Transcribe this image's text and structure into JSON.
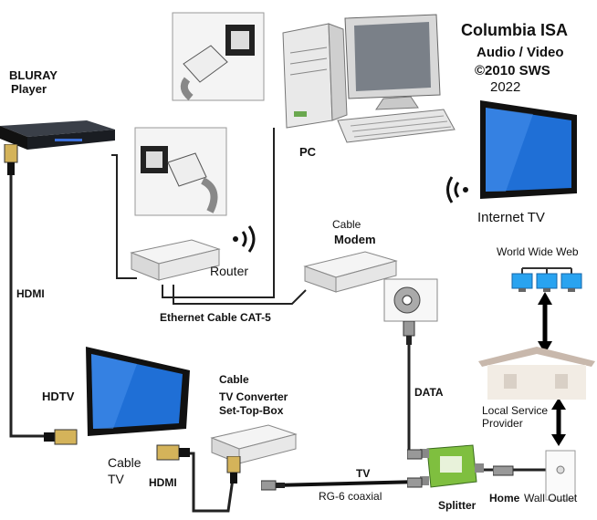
{
  "title": {
    "line1": "Columbia ISA",
    "line2": "Audio / Video",
    "line3": "©2010 SWS",
    "line4": "2022"
  },
  "labels": {
    "bluray_line1": "BLURAY",
    "bluray_line2": "Player",
    "pc": "PC",
    "internet_tv": "Internet TV",
    "world_wide_web": "World Wide Web",
    "router": "Router",
    "cable_modem_line1": "Cable",
    "cable_modem_line2": "Modem",
    "ethernet_cable": "Ethernet Cable CAT-5",
    "hdmi_left": "HDMI",
    "hdtv": "HDTV",
    "cable_tv_line1": "Cable",
    "cable_tv_line2": "TV",
    "hdmi_bottom": "HDMI",
    "converter_line1": "Cable",
    "converter_line2": "TV Converter",
    "converter_line3": "Set-Top-Box",
    "data": "DATA",
    "tv": "TV",
    "rg6": "RG-6 coaxial",
    "splitter": "Splitter",
    "local_service_line1": "Local Service",
    "local_service_line2": "Provider",
    "home": "Home",
    "wall_outlet": "Wall Outlet"
  },
  "colors": {
    "screen_blue": "#1f6fd6",
    "wifi": "#111111",
    "cable": "#222222",
    "splitter_green": "#7fbf3f",
    "house_wall": "#f2ece4",
    "roof": "#c8b8ac"
  }
}
